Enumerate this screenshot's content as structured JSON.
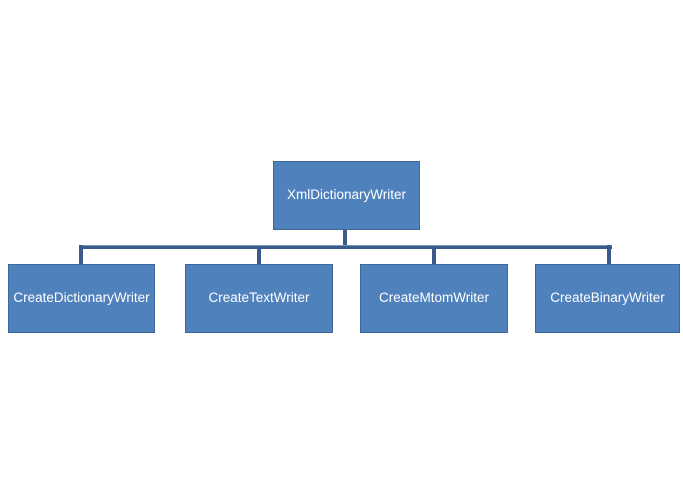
{
  "diagram": {
    "type": "hierarchy",
    "root": {
      "label": "XmlDictionaryWriter"
    },
    "children": [
      {
        "label": "CreateDictionaryWriter"
      },
      {
        "label": "CreateTextWriter"
      },
      {
        "label": "CreateMtomWriter"
      },
      {
        "label": "CreateBinaryWriter"
      }
    ],
    "colors": {
      "node_fill": "#4F81BD",
      "node_border": "#3D6899",
      "connector": "#3A5A8C",
      "text": "#FFFFFF",
      "bg": "#FFFFFF"
    }
  }
}
